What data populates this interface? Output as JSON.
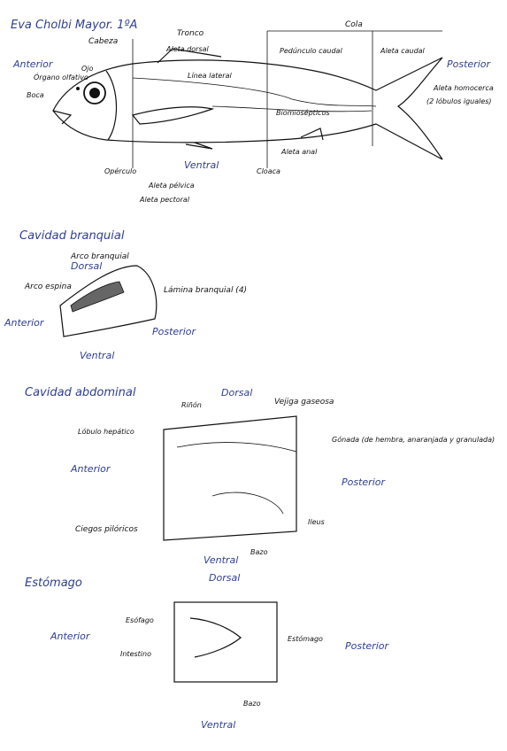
{
  "header": {
    "author": "Eva Cholbi Mayor. 1ºA"
  },
  "fish": {
    "sections": {
      "head": "Cabeza",
      "trunk": "Tronco",
      "tail": "Cola"
    },
    "orientation": {
      "anterior": "Anterior",
      "posterior": "Posterior",
      "ventral": "Ventral"
    },
    "labels": {
      "eye": "Ojo",
      "olfactory": "Órgano olfativo",
      "mouth": "Boca",
      "dorsal_fin": "Aleta dorsal",
      "lateral_line": "Línea lateral",
      "caudal_peduncle": "Pedúnculo caudal",
      "caudal_fin": "Aleta caudal",
      "homocercal": "Aleta homocerca",
      "homocercal_note": "(2 lóbulos iguales)",
      "myosepta": "Biomiosépticos",
      "operculum": "Opérculo",
      "pelvic_fin": "Aleta pélvica",
      "pectoral_fin": "Aleta pectoral",
      "cloaca": "Cloaca",
      "anal_fin": "Aleta anal"
    }
  },
  "gill": {
    "title": "Cavidad branquial",
    "labels": {
      "arch": "Arco branquial",
      "dorsal": "Dorsal",
      "spine": "Arco espina",
      "lamina": "Lámina branquial (4)",
      "anterior": "Anterior",
      "posterior": "Posterior",
      "ventral": "Ventral"
    }
  },
  "abdomen": {
    "title": "Cavidad abdominal",
    "labels": {
      "dorsal": "Dorsal",
      "kidney": "Riñón",
      "swim_bladder": "Vejiga gaseosa",
      "liver": "Lóbulo hepático",
      "gonad": "Gónada (de hembra, anaranjada y granulada)",
      "anterior": "Anterior",
      "posterior": "Posterior",
      "pyloric": "Ciegos pilóricos",
      "ileum": "Ileus",
      "spleen": "Bazo",
      "ventral": "Ventral"
    }
  },
  "stomach": {
    "title": "Estómago",
    "labels": {
      "dorsal": "Dorsal",
      "esophagus": "Esófago",
      "stomach": "Estómago",
      "anterior": "Anterior",
      "posterior": "Posterior",
      "intestine": "Intestino",
      "spleen": "Bazo",
      "ventral": "Ventral"
    }
  },
  "colors": {
    "blue_ink": "#2f3f8f",
    "black_ink": "#111111",
    "paper": "#ffffff"
  }
}
